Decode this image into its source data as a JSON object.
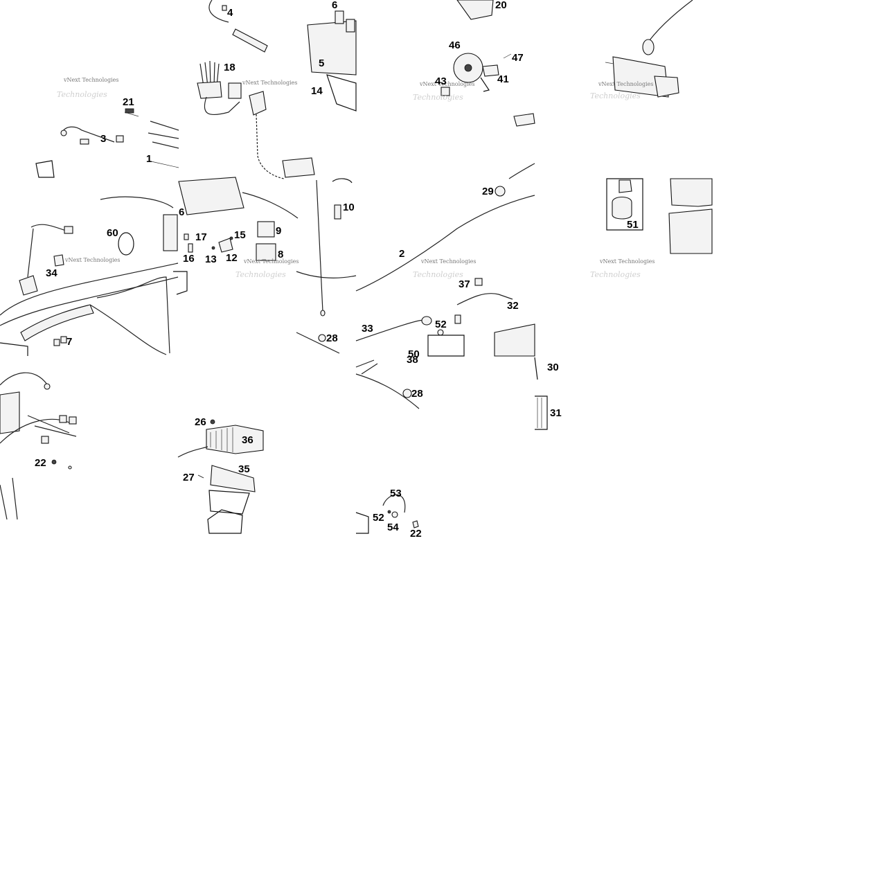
{
  "watermark": {
    "line1": "vNext Technologies",
    "line2": "Technologies"
  },
  "callouts": [
    {
      "id": "c4",
      "text": "4"
    },
    {
      "id": "c6a",
      "text": "6"
    },
    {
      "id": "c20",
      "text": "20"
    },
    {
      "id": "c18",
      "text": "18"
    },
    {
      "id": "c5",
      "text": "5"
    },
    {
      "id": "c14",
      "text": "14"
    },
    {
      "id": "c46",
      "text": "46"
    },
    {
      "id": "c47",
      "text": "47"
    },
    {
      "id": "c41",
      "text": "41"
    },
    {
      "id": "c43",
      "text": "43"
    },
    {
      "id": "c21",
      "text": "21"
    },
    {
      "id": "c3",
      "text": "3"
    },
    {
      "id": "c1",
      "text": "1"
    },
    {
      "id": "c6b",
      "text": "6"
    },
    {
      "id": "c10",
      "text": "10"
    },
    {
      "id": "c29",
      "text": "29"
    },
    {
      "id": "c60",
      "text": "60"
    },
    {
      "id": "c17",
      "text": "17"
    },
    {
      "id": "c15",
      "text": "15"
    },
    {
      "id": "c9",
      "text": "9"
    },
    {
      "id": "c16",
      "text": "16"
    },
    {
      "id": "c13",
      "text": "13"
    },
    {
      "id": "c12",
      "text": "12"
    },
    {
      "id": "c8",
      "text": "8"
    },
    {
      "id": "c34",
      "text": "34"
    },
    {
      "id": "c51",
      "text": "51"
    },
    {
      "id": "c2",
      "text": "2"
    },
    {
      "id": "c37",
      "text": "37"
    },
    {
      "id": "c32",
      "text": "32"
    },
    {
      "id": "c33",
      "text": "33"
    },
    {
      "id": "c52a",
      "text": "52"
    },
    {
      "id": "c28a",
      "text": "28"
    },
    {
      "id": "c7",
      "text": "7"
    },
    {
      "id": "c50",
      "text": "50"
    },
    {
      "id": "c38",
      "text": "38"
    },
    {
      "id": "c30",
      "text": "30"
    },
    {
      "id": "c28b",
      "text": "28"
    },
    {
      "id": "c31",
      "text": "31"
    },
    {
      "id": "c26",
      "text": "26"
    },
    {
      "id": "c36",
      "text": "36"
    },
    {
      "id": "c22a",
      "text": "22"
    },
    {
      "id": "c27",
      "text": "27"
    },
    {
      "id": "c35",
      "text": "35"
    },
    {
      "id": "c53",
      "text": "53"
    },
    {
      "id": "c52b",
      "text": "52"
    },
    {
      "id": "c54",
      "text": "54"
    },
    {
      "id": "c22b",
      "text": "22"
    }
  ]
}
